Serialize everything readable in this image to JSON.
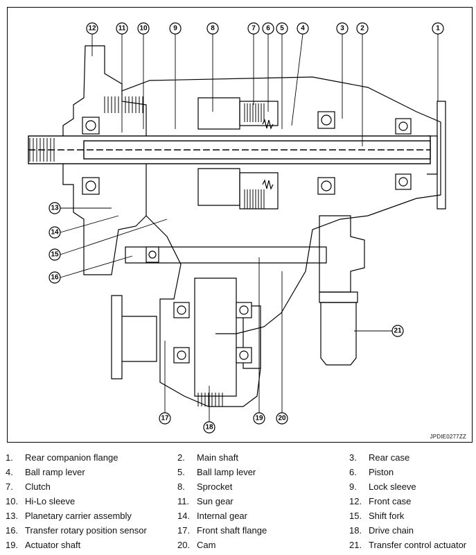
{
  "figure_code": "JPDIE0277ZZ",
  "callouts": [
    "1",
    "2",
    "3",
    "4",
    "5",
    "6",
    "7",
    "8",
    "9",
    "10",
    "11",
    "12",
    "13",
    "14",
    "15",
    "16",
    "17",
    "18",
    "19",
    "20",
    "21"
  ],
  "legend": [
    {
      "num": "1.",
      "label": "Rear companion flange"
    },
    {
      "num": "2.",
      "label": "Main shaft"
    },
    {
      "num": "3.",
      "label": "Rear case"
    },
    {
      "num": "4.",
      "label": "Ball ramp lever"
    },
    {
      "num": "5.",
      "label": "Ball lamp lever"
    },
    {
      "num": "6.",
      "label": "Piston"
    },
    {
      "num": "7.",
      "label": "Clutch"
    },
    {
      "num": "8.",
      "label": "Sprocket"
    },
    {
      "num": "9.",
      "label": "Lock sleeve"
    },
    {
      "num": "10.",
      "label": "Hi-Lo sleeve"
    },
    {
      "num": "11.",
      "label": "Sun gear"
    },
    {
      "num": "12.",
      "label": "Front case"
    },
    {
      "num": "13.",
      "label": "Planetary carrier assembly"
    },
    {
      "num": "14.",
      "label": "Internal gear"
    },
    {
      "num": "15.",
      "label": "Shift fork"
    },
    {
      "num": "16.",
      "label": "Transfer rotary position sensor"
    },
    {
      "num": "17.",
      "label": "Front shaft flange"
    },
    {
      "num": "18.",
      "label": "Drive chain"
    },
    {
      "num": "19.",
      "label": "Actuator shaft"
    },
    {
      "num": "20.",
      "label": "Cam"
    },
    {
      "num": "21.",
      "label": "Transfer control actuator"
    }
  ]
}
